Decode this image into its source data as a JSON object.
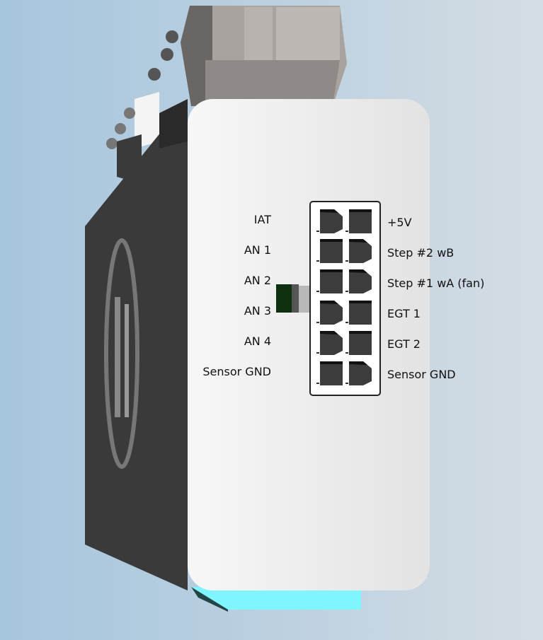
{
  "left_labels": [
    "IAT",
    "AN 1",
    "AN 2",
    "AN 3",
    "AN 4",
    "Sensor GND"
  ],
  "right_labels": [
    "+5V",
    "Step #2 wB",
    "Step #1 wA (fan)",
    "EGT 1",
    "EGT 2",
    "Sensor GND"
  ],
  "pin_shapes": {
    "left": [
      "chamfered",
      "square",
      "square",
      "chamfered",
      "chamfered",
      "square"
    ],
    "right": [
      "square",
      "chamfered",
      "chamfered",
      "square",
      "square",
      "chamfered"
    ]
  },
  "colors": {
    "housing_side": "#3a3a3a",
    "housing_face": "#f2f2f2",
    "base": "#7ff5ff",
    "pin": "#3c3c3c"
  }
}
